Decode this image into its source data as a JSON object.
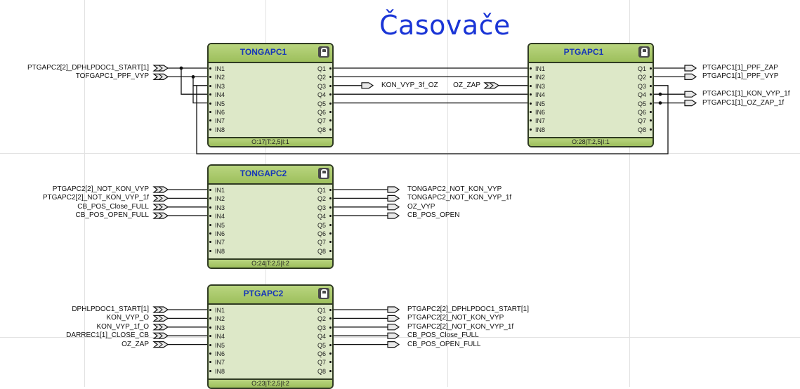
{
  "diagram": {
    "title": "Časovače",
    "ports_in": [
      "IN1",
      "IN2",
      "IN3",
      "IN4",
      "IN5",
      "IN6",
      "IN7",
      "IN8"
    ],
    "ports_out": [
      "Q1",
      "Q2",
      "Q3",
      "Q4",
      "Q5",
      "Q6",
      "Q7",
      "Q8"
    ],
    "blocks": [
      {
        "name": "TONGAPC1",
        "footer": "O:17|T:2,5|I:1"
      },
      {
        "name": "PTGAPC1",
        "footer": "O:28|T:2,5|I:1"
      },
      {
        "name": "TONGAPC2",
        "footer": "O:24|T:2,5|I:2"
      },
      {
        "name": "PTGAPC2",
        "footer": "O:23|T:2,5|I:2"
      }
    ],
    "signals": {
      "tongapc1_inputs": [
        "PTGAPC2[2]_DPHLPDOC1_START[1]",
        "TOFGAPC1_PPF_VYP"
      ],
      "link_out": "KON_VYP_3f_OZ",
      "link_in": "OZ_ZAP",
      "ptgapc1_outputs": [
        "PTGAPC1[1]_PPF_ZAP",
        "PTGAPC1[1]_PPF_VYP",
        "PTGAPC1[1]_KON_VYP_1f",
        "PTGAPC1[1]_OZ_ZAP_1f"
      ],
      "tongapc2_inputs": [
        "PTGAPC2[2]_NOT_KON_VYP",
        "PTGAPC2[2]_NOT_KON_VYP_1f",
        "CB_POS_Close_FULL",
        "CB_POS_OPEN_FULL"
      ],
      "tongapc2_outputs": [
        "TONGAPC2_NOT_KON_VYP",
        "TONGAPC2_NOT_KON_VYP_1f",
        "OZ_VYP",
        "CB_POS_OPEN"
      ],
      "ptgapc2_inputs": [
        "DPHLPDOC1_START[1]",
        "KON_VYP_O",
        "KON_VYP_1f_O",
        "DARREC1[1]_CLOSE_CB",
        "OZ_ZAP"
      ],
      "ptgapc2_outputs": [
        "PTGAPC2[2]_DPHLPDOC1_START[1]",
        "PTGAPC2[2]_NOT_KON_VYP",
        "PTGAPC2[2]_NOT_KON_VYP_1f",
        "CB_POS_Close_FULL",
        "CB_POS_OPEN_FULL"
      ]
    }
  }
}
